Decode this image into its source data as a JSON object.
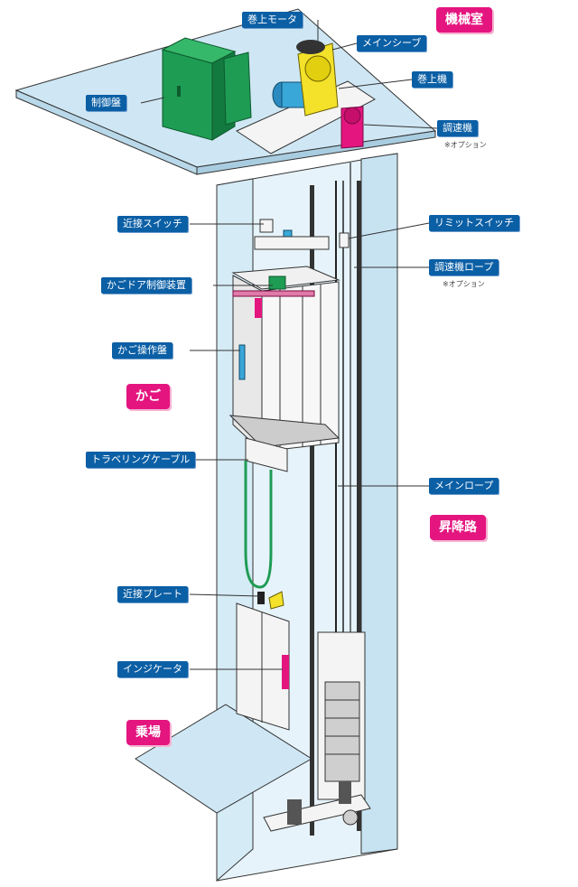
{
  "zones": {
    "machine_room": "機械室",
    "car": "かご",
    "hoistway": "昇降路",
    "landing": "乗場"
  },
  "labels": {
    "hoist_motor": "巻上モータ",
    "main_sheave": "メインシーブ",
    "hoist_machine": "巻上機",
    "controller": "制御盤",
    "governor": "調速機",
    "governor_note": "※オプション",
    "proximity_switch": "近接スイッチ",
    "limit_switch": "リミットスイッチ",
    "governor_rope": "調速機ロープ",
    "governor_rope_note": "※オプション",
    "car_door_operator": "かごドア制御装置",
    "car_operating_panel": "かご操作盤",
    "traveling_cable": "トラベリングケーブル",
    "main_rope": "メインロープ",
    "proximity_plate": "近接プレート",
    "indicator": "インジケータ"
  },
  "colors": {
    "label_bg": "#0b5fa5",
    "zone_bg": "#e4157f",
    "shaft_fill": "#d6ecf7",
    "controller_green": "#1e9c54",
    "motor_blue": "#3aa7d9",
    "sheave_yellow": "#f3e12a",
    "governor_pink": "#e4157f"
  }
}
